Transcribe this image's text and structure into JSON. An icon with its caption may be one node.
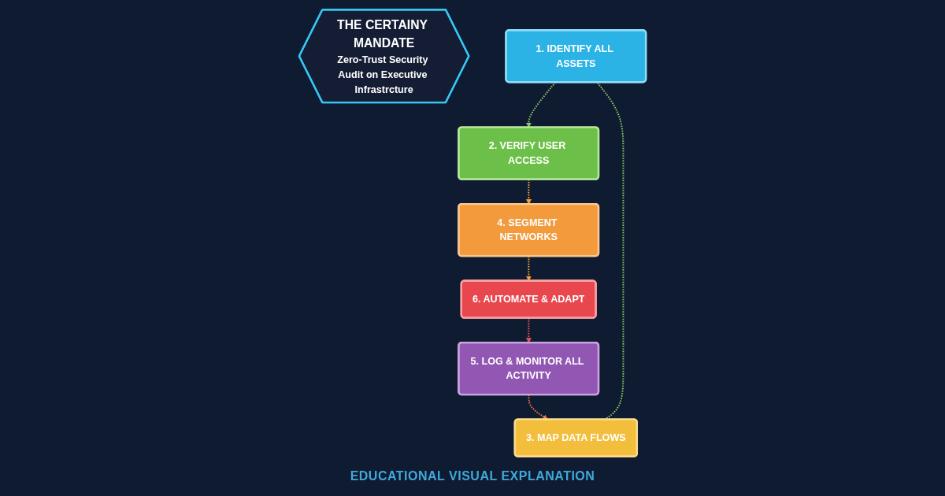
{
  "diagram": {
    "nodes": [
      {
        "text": [
          "1. IDENTIFY ALL ASSETS"
        ]
      },
      {
        "text": [
          "2. VERIFY USER ACCESS"
        ]
      },
      {
        "text": [
          "THE CERTAINY MANDATE",
          "Zero-Trust Security Audit on Executive Infrastrcture"
        ]
      },
      {
        "text": [
          "3. MAP DATA FLOWS"
        ]
      },
      {
        "text": [
          "4. SEGMENT NETWORKS"
        ]
      },
      {
        "text": [
          "5. LOG & MONITOR ALL ACTIVITY"
        ]
      },
      {
        "text": [
          "6. AUTOMATE & ADAPT"
        ]
      }
    ],
    "edges": [
      {
        "from": 0,
        "to": 1,
        "arrow": "to",
        "style": "dashed",
        "color": "#8cc866"
      },
      {
        "from": 1,
        "to": 4,
        "arrow": "to",
        "style": "dashed",
        "color": "#f0a53a"
      },
      {
        "from": 4,
        "to": 6,
        "arrow": "to",
        "style": "dashed",
        "color": "#f0a53a"
      },
      {
        "from": 6,
        "to": 5,
        "arrow": "to",
        "style": "dashed",
        "color": "#e8535a"
      },
      {
        "from": 5,
        "to": 3,
        "arrow": "to",
        "style": "dashed",
        "color": "#ee7a45"
      },
      {
        "from": 3,
        "to": 0,
        "arrow": "none",
        "style": "dashed",
        "color": "#8cc866"
      }
    ],
    "labels": [
      "EDUCATIONAL VISUAL EXPLANATION"
    ]
  }
}
